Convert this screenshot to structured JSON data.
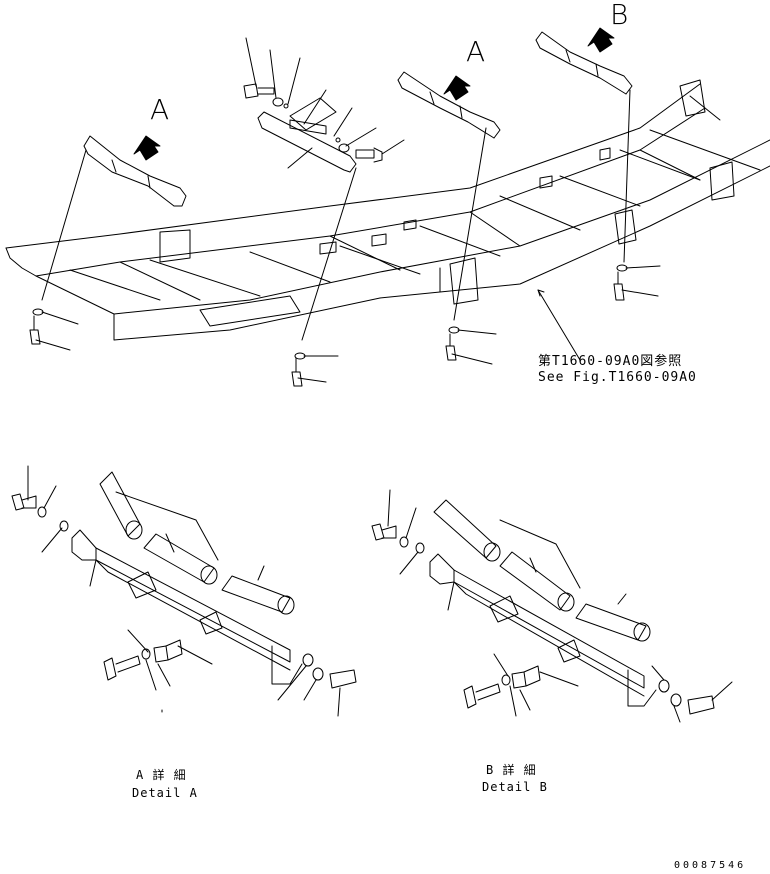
{
  "callouts": {
    "a_left": "A",
    "a_right": "A",
    "b_top": "B"
  },
  "reference": {
    "line_jp": "第T1660-09A0図参照",
    "line_en": "See Fig.T1660-09A0"
  },
  "detail_a": {
    "jp": "A 詳 細",
    "en": "Detail A"
  },
  "detail_b": {
    "jp": "B 詳 細",
    "en": "Detail B"
  },
  "drawing_number": "00087546",
  "colors": {
    "line": "#000000",
    "background": "#ffffff"
  }
}
